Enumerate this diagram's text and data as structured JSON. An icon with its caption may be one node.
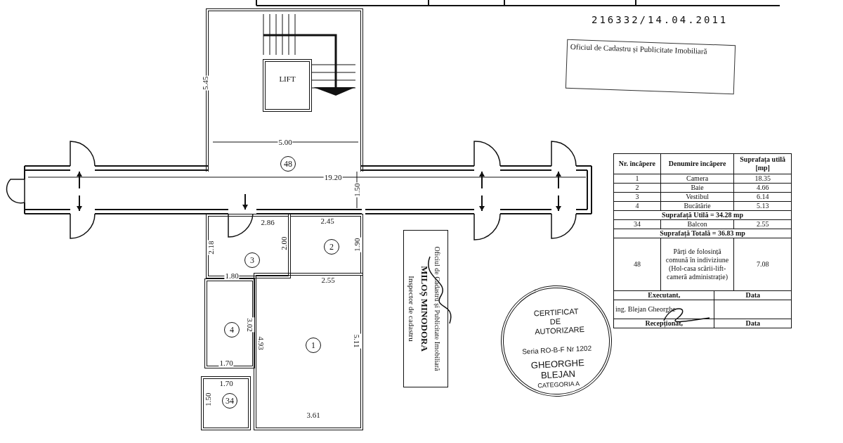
{
  "diagram": {
    "nodes": [
      {
        "text": [
          "48"
        ]
      },
      {
        "text": [
          "LIFT"
        ],
        "in": 0
      },
      {
        "text": [
          "3"
        ]
      },
      {
        "text": [
          "2"
        ]
      },
      {
        "text": [
          "4"
        ]
      },
      {
        "text": [
          "1"
        ]
      },
      {
        "text": [
          "34"
        ]
      }
    ],
    "labels": [
      "216332/14.04.2011",
      "Oficiul de Cadastru și Publicitate Imobiliară",
      "5.45",
      "5.00",
      "19.20",
      "1.50",
      "2.86",
      "2.45",
      "2.18",
      "2.00",
      "1.90",
      "1.80",
      "2.55",
      "3.02",
      "4.93",
      "5.11",
      "1.70",
      "1.70",
      "1.50",
      "3.61",
      "Inspector de cadastru",
      "MILOȘ MINODORA",
      "Oficiul de Cadastru și Publicitate Imobiliară",
      "CERTIFICAT DE AUTORIZARE",
      "Seria RO-B-F Nr 1202",
      "GHEORGHE BLEJAN",
      "CATEGORIA A",
      "Nr. încăpere",
      "Denumire încăpere",
      "Suprafața utilă [mp]",
      "1",
      "Camera",
      "18.35",
      "2",
      "Baie",
      "4.66",
      "3",
      "Vestibul",
      "6.14",
      "4",
      "Bucătărie",
      "5.13",
      "Suprafață Utilă = 34.28 mp",
      "34",
      "Balcon",
      "2.55",
      "Suprafață Totală = 36.83 mp",
      "48",
      "Părți de folosință comună în indiviziune (Hol-casa scării-lift-cameră administrație)",
      "7.08",
      "Executant,",
      "Data",
      "ing. Blejan Gheorghe",
      "Recepționat,",
      "Data"
    ]
  }
}
